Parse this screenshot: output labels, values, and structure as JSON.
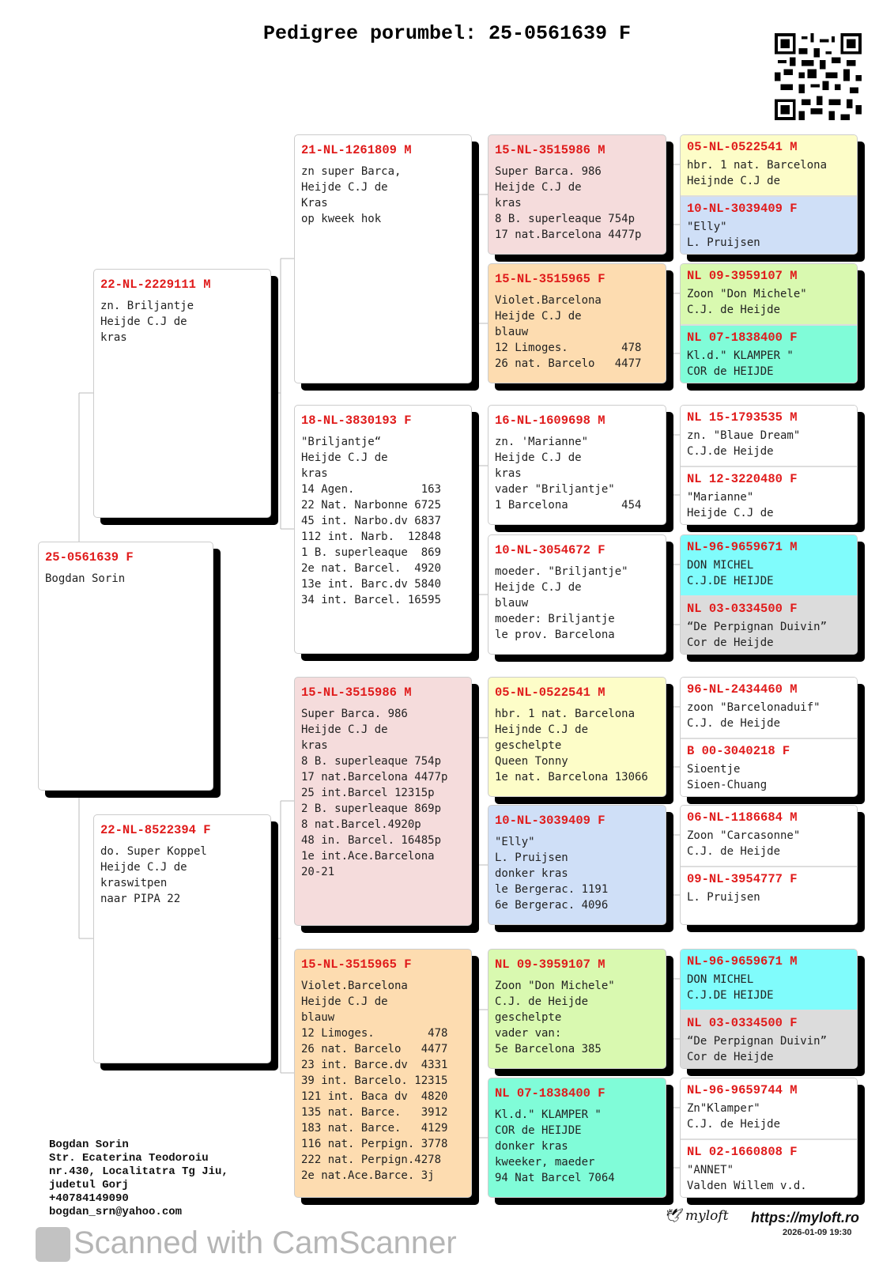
{
  "title": "Pedigree porumbel: 25-0561639 F",
  "subject": {
    "ring": "25-0561639 F",
    "lines": [
      "Bogdan Sorin"
    ],
    "color": "#ffffff"
  },
  "gen1": [
    {
      "ring": "22-NL-2229111 M",
      "lines": [
        "zn. Briljantje",
        "Heijde C.J de",
        "kras"
      ],
      "color": "#ffffff"
    },
    {
      "ring": "22-NL-8522394 F",
      "lines": [
        "do. Super Koppel",
        "Heijde C.J de",
        "kraswitpen",
        "naar PIPA 22"
      ],
      "color": "#ffffff"
    }
  ],
  "gen2": [
    {
      "ring": "21-NL-1261809 M",
      "lines": [
        "zn super Barca,",
        "Heijde C.J de",
        "Kras",
        "op kweek hok"
      ],
      "color": "#ffffff"
    },
    {
      "ring": "18-NL-3830193 F",
      "lines": [
        "\"Briljantje“",
        "Heijde C.J de",
        "kras",
        "14 Agen.          163",
        "22 Nat. Narbonne 6725",
        "45 int. Narbo.dv 6837",
        "112 int. Narb.  12848",
        "1 B. superleaque  869",
        "2e nat. Barcel.  4920",
        "13e int. Barc.dv 5840",
        "34 int. Barcel. 16595"
      ],
      "color": "#ffffff"
    },
    {
      "ring": "15-NL-3515986 M",
      "lines": [
        "Super Barca. 986",
        "Heijde C.J de",
        "kras",
        "8 B. superleaque 754p",
        "17 nat.Barcelona 4477p",
        "25 int.Barcel 12315p",
        "2 B. superleaque 869p",
        "8 nat.Barcel.4920p",
        "48 in. Barcel. 16485p",
        "1e int.Ace.Barcelona",
        "20-21"
      ],
      "color": "#f5dcdc"
    },
    {
      "ring": "15-NL-3515965 F",
      "lines": [
        "Violet.Barcelona",
        "Heijde C.J de",
        "blauw",
        "12 Limoges.        478",
        "26 nat. Barcelo   4477",
        "23 int. Barce.dv  4331",
        "39 int. Barcelo. 12315",
        "121 int. Baca dv  4820",
        "135 nat. Barce.   3912",
        "183 nat. Barce.   4129",
        "116 nat. Perpign. 3778",
        "222 nat. Perpign.4278",
        "2e nat.Ace.Barce. 3j"
      ],
      "color": "#fddcb0"
    }
  ],
  "gen3": [
    {
      "ring": "15-NL-3515986 M",
      "lines": [
        "Super Barca. 986",
        "Heijde C.J de",
        "kras",
        "8 B. superleaque 754p",
        "17 nat.Barcelona 4477p"
      ],
      "color": "#f5dcdc"
    },
    {
      "ring": "15-NL-3515965 F",
      "lines": [
        "Violet.Barcelona",
        "Heijde C.J de",
        "blauw",
        "12 Limoges.        478",
        "26 nat. Barcelo   4477"
      ],
      "color": "#fddcb0"
    },
    {
      "ring": "16-NL-1609698 M",
      "lines": [
        "zn. 'Marianne\"",
        "Heijde C.J de",
        "kras",
        "vader \"Briljantje\"",
        "1 Barcelona        454"
      ],
      "color": "#ffffff"
    },
    {
      "ring": "10-NL-3054672 F",
      "lines": [
        "moeder. \"Briljantje\"",
        "Heijde C.J de",
        "blauw",
        "moeder: Briljantje",
        "le prov. Barcelona"
      ],
      "color": "#ffffff"
    },
    {
      "ring": "05-NL-0522541 M",
      "lines": [
        "hbr. 1 nat. Barcelona",
        "Heijnde C.J de",
        "geschelpte",
        "Queen Tonny",
        "1e nat. Barcelona 13066"
      ],
      "color": "#fdfdc8"
    },
    {
      "ring": "10-NL-3039409 F",
      "lines": [
        "\"Elly\"",
        "L. Pruijsen",
        "donker kras",
        "le Bergerac. 1191",
        "6e Bergerac. 4096"
      ],
      "color": "#cfdff7"
    },
    {
      "ring": "NL 09-3959107 M",
      "lines": [
        "Zoon \"Don Michele\"",
        "C.J. de Heijde",
        "geschelpte",
        "vader van:",
        "5e Barcelona 385"
      ],
      "color": "#d9f9b0"
    },
    {
      "ring": "NL 07-1838400 F",
      "lines": [
        "Kl.d.\" KLAMPER \"",
        "COR de HEIJDE",
        "donker kras",
        "kweeker, maeder",
        "94 Nat Barcel 7064"
      ],
      "color": "#80fcd8"
    }
  ],
  "gen4": [
    {
      "ring": "05-NL-0522541 M",
      "lines": [
        "hbr. 1 nat. Barcelona",
        "Heijnde C.J de"
      ],
      "color": "#fdfdc8"
    },
    {
      "ring": "10-NL-3039409 F",
      "lines": [
        "\"Elly\"",
        "L. Pruijsen"
      ],
      "color": "#cfdff7"
    },
    {
      "ring": "NL 09-3959107 M",
      "lines": [
        "Zoon \"Don Michele\"",
        "C.J. de Heijde"
      ],
      "color": "#d9f9b0"
    },
    {
      "ring": "NL 07-1838400 F",
      "lines": [
        "Kl.d.\" KLAMPER \"",
        "COR de HEIJDE"
      ],
      "color": "#80fcd8"
    },
    {
      "ring": "NL 15-1793535 M",
      "lines": [
        "zn. \"Blaue Dream\"",
        "C.J.de Heijde"
      ],
      "color": "#ffffff"
    },
    {
      "ring": "NL 12-3220480 F",
      "lines": [
        "\"Marianne\"",
        "Heijde C.J de"
      ],
      "color": "#ffffff"
    },
    {
      "ring": "NL-96-9659671 M",
      "lines": [
        "DON MICHEL",
        "C.J.DE HEIJDE"
      ],
      "color": "#80fcfc"
    },
    {
      "ring": "NL 03-0334500 F",
      "lines": [
        "“De Perpignan Duivin”",
        "Cor de Heijde"
      ],
      "color": "#dcdcdc"
    },
    {
      "ring": "96-NL-2434460 M",
      "lines": [
        "zoon \"Barcelonaduif\"",
        "C.J. de Heijde"
      ],
      "color": "#ffffff"
    },
    {
      "ring": "B 00-3040218 F",
      "lines": [
        "Sioentje",
        "Sioen-Chuang"
      ],
      "color": "#ffffff"
    },
    {
      "ring": "06-NL-1186684 M",
      "lines": [
        "Zoon \"Carcasonne\"",
        "C.J. de Heijde"
      ],
      "color": "#ffffff"
    },
    {
      "ring": "09-NL-3954777 F",
      "lines": [
        "L. Pruijsen"
      ],
      "color": "#ffffff"
    },
    {
      "ring": "NL-96-9659671 M",
      "lines": [
        "DON MICHEL",
        "C.J.DE HEIJDE"
      ],
      "color": "#80fcfc"
    },
    {
      "ring": "NL 03-0334500 F",
      "lines": [
        "“De Perpignan Duivin”",
        "Cor de Heijde"
      ],
      "color": "#dcdcdc"
    },
    {
      "ring": "NL-96-9659744 M",
      "lines": [
        "Zn\"Klamper\"",
        "C.J. de Heijde"
      ],
      "color": "#ffffff"
    },
    {
      "ring": "NL 02-1660808 F",
      "lines": [
        "\"ANNET\"",
        "Valden Willem v.d."
      ],
      "color": "#ffffff"
    }
  ],
  "owner": {
    "name": "Bogdan Sorin",
    "address1": "Str. Ecaterina Teodoroiu",
    "address2": "nr.430, Localitatra Tg Jiu,",
    "address3": "judetul Gorj",
    "phone": "+40784149090",
    "email": "bogdan_srn@yahoo.com"
  },
  "footer": {
    "logo": "myloft",
    "url": "https://myloft.ro",
    "date": "2026-01-09 19:30",
    "watermark": "Scanned with CamScanner"
  }
}
